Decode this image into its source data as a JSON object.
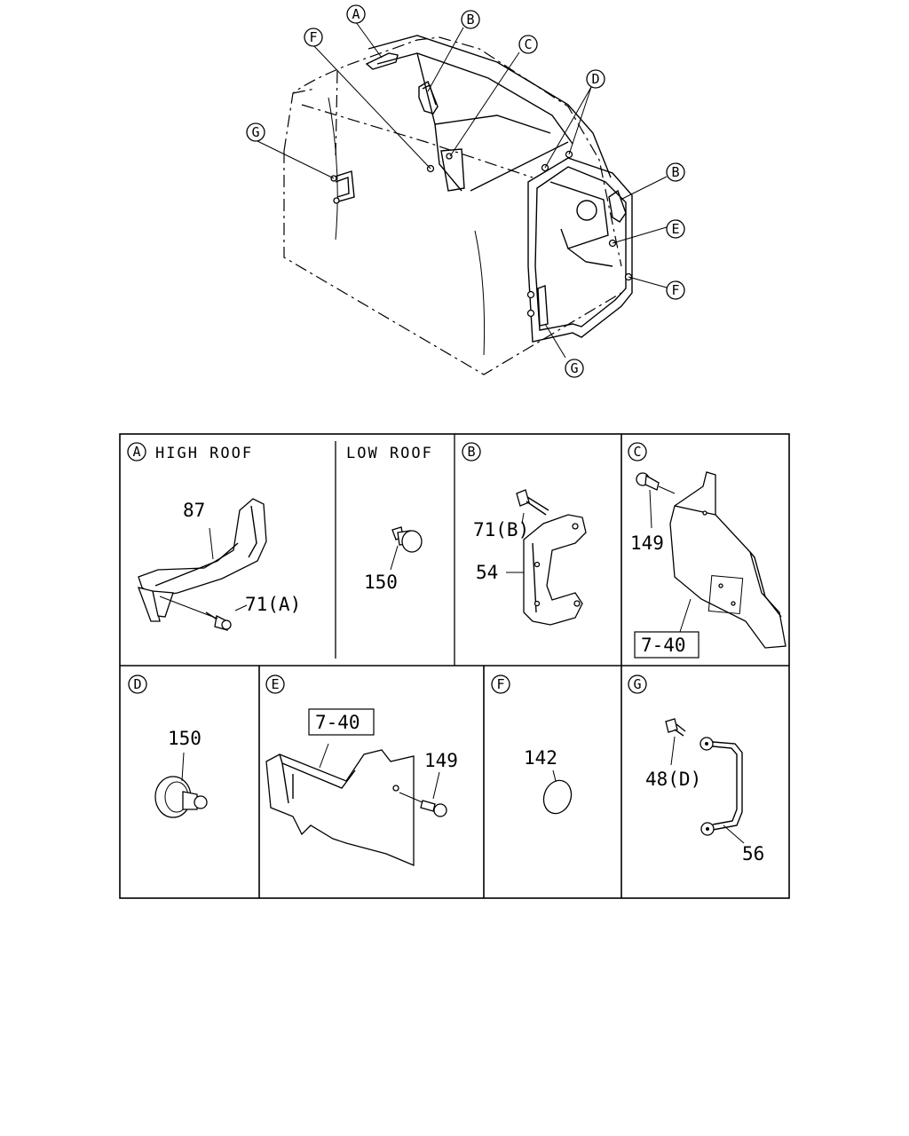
{
  "overview": {
    "callouts": [
      "A",
      "B",
      "C",
      "D",
      "E",
      "F",
      "G"
    ]
  },
  "panels": {
    "A": {
      "letter": "A",
      "title": "HIGH ROOF",
      "parts": [
        "87",
        "71(A)"
      ]
    },
    "low_roof": {
      "title": "LOW ROOF",
      "parts": [
        "150"
      ]
    },
    "B": {
      "letter": "B",
      "parts": [
        "71(B)",
        "54"
      ]
    },
    "C": {
      "letter": "C",
      "parts": [
        "149"
      ],
      "ref": "7-40"
    },
    "D": {
      "letter": "D",
      "parts": [
        "150"
      ]
    },
    "E": {
      "letter": "E",
      "parts": [
        "149"
      ],
      "ref": "7-40"
    },
    "F": {
      "letter": "F",
      "parts": [
        "142"
      ]
    },
    "G": {
      "letter": "G",
      "parts": [
        "48(D)",
        "56"
      ]
    }
  }
}
